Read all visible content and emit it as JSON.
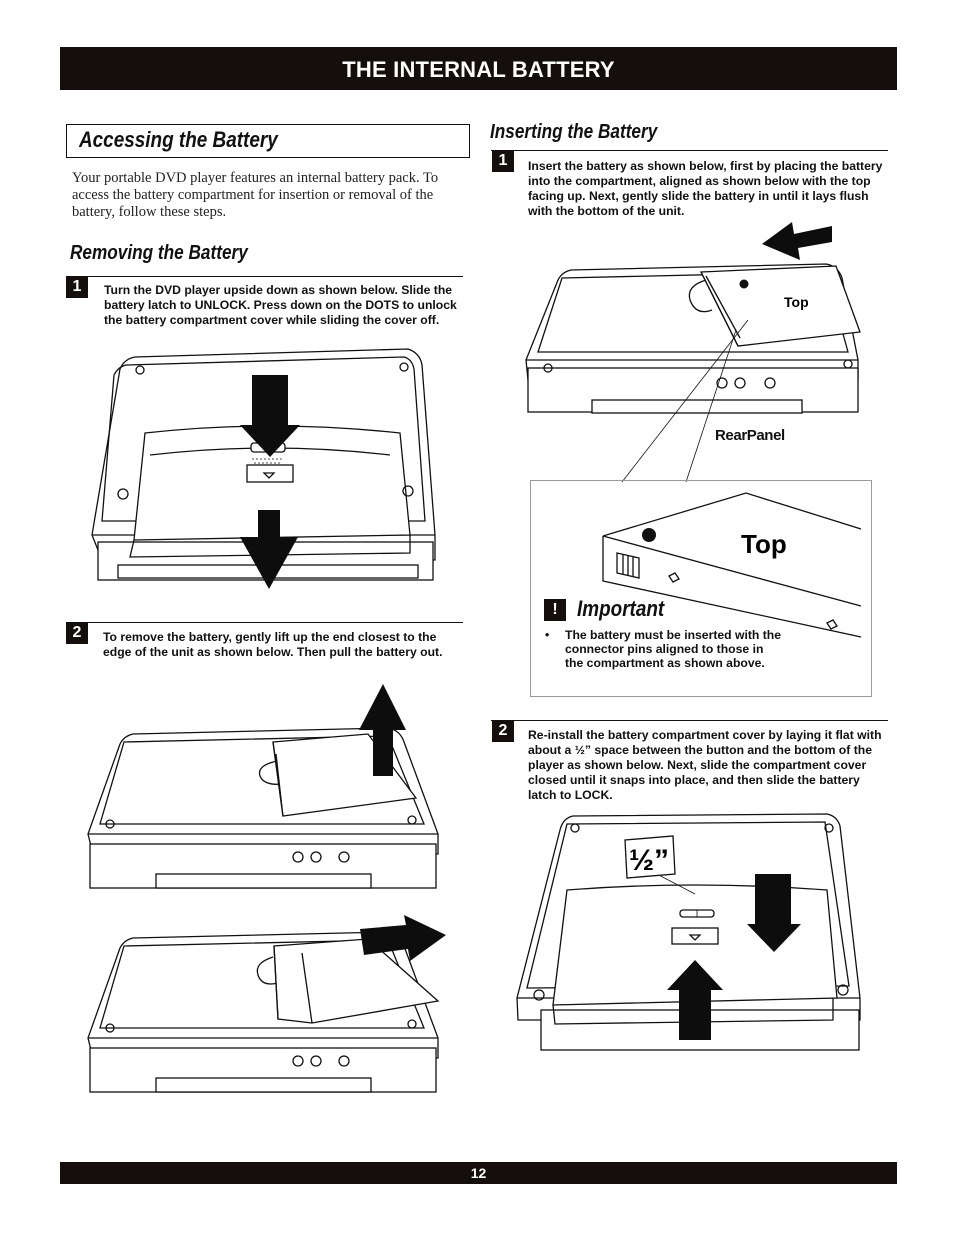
{
  "header": {
    "title": "THE INTERNAL BATTERY"
  },
  "accessing": {
    "title": "Accessing the Battery",
    "intro": "Your portable DVD player features an internal battery pack. To access the battery compartment for insertion or removal of the battery, follow these steps."
  },
  "removing": {
    "title": "Removing the Battery",
    "step1": {
      "number": "1",
      "text": "Turn the DVD player upside down as shown below. Slide the battery latch to UNLOCK. Press down on the DOTS to unlock the battery compartment cover while sliding the cover off."
    },
    "step2": {
      "number": "2",
      "text": "To remove the battery, gently lift up the end closest to the edge of the unit as shown below. Then pull the battery out."
    }
  },
  "inserting": {
    "title": "Inserting the Battery",
    "step1": {
      "number": "1",
      "text": "Insert the battery as shown below, first by placing the battery into the compartment, aligned as shown below with the top facing up. Next, gently slide the battery in until it lays flush with the bottom of the unit."
    },
    "step2": {
      "number": "2",
      "text": "Re-install the battery compartment cover by laying it flat with about a ½” space between the button and the bottom of the player as shown below. Next, slide the compartment cover closed until it snaps into place, and then slide the battery latch to LOCK."
    },
    "labels": {
      "top_small": "Top",
      "rear_panel": "RearPanel",
      "top_large": "Top",
      "half_inch": "½”"
    }
  },
  "important": {
    "icon": "!",
    "title": "Important",
    "bullet": "The battery must be inserted with the connector pins aligned to those in the compartment as shown above."
  },
  "footer": {
    "page_number": "12"
  }
}
